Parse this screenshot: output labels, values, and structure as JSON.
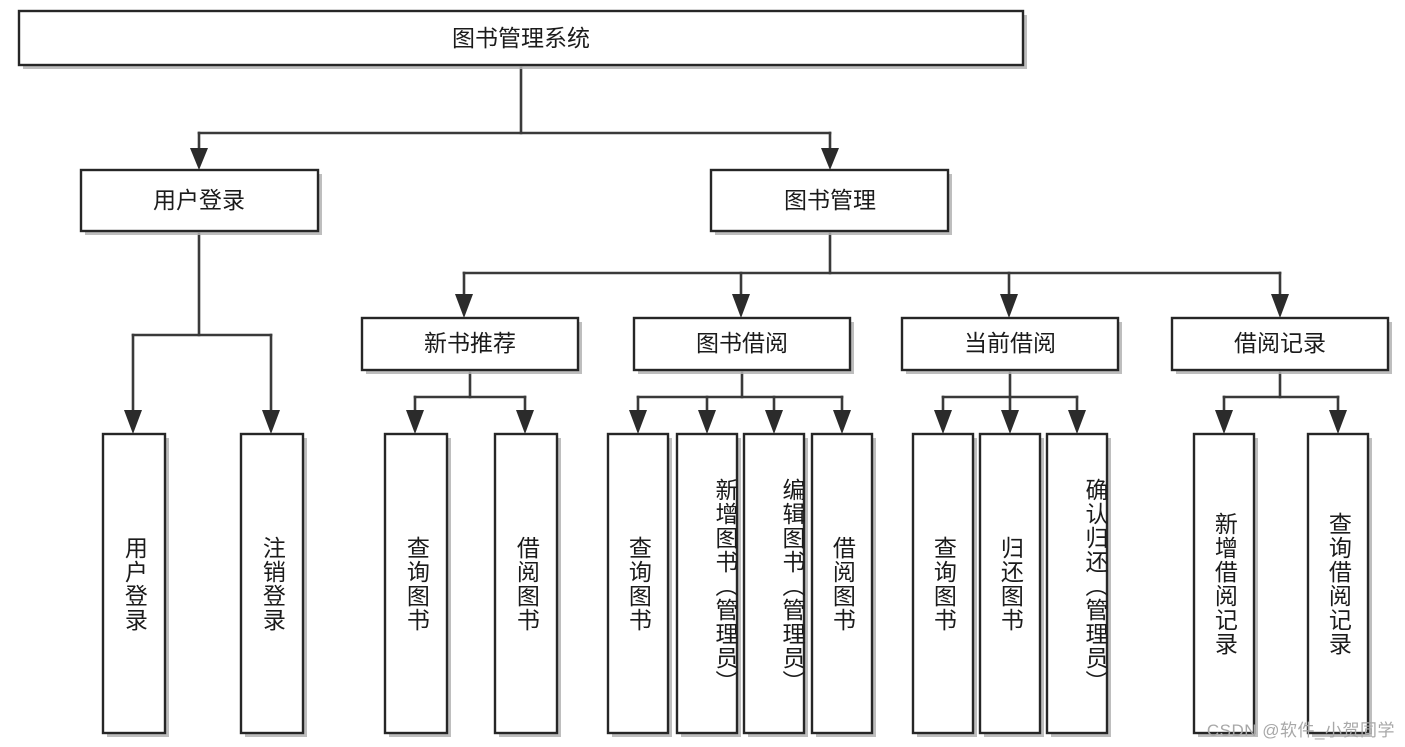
{
  "diagram": {
    "type": "tree",
    "title": "图书管理系统",
    "watermark": "CSDN @软件_小贺同学",
    "colors": {
      "box_stroke": "#262626",
      "box_fill": "#ffffff",
      "connector": "#3a3a3a",
      "text": "#1b1b1b",
      "watermark": "#a8a8a8",
      "background": "#ffffff"
    },
    "root": {
      "label": "图书管理系统"
    },
    "level2": [
      {
        "label": "用户登录"
      },
      {
        "label": "图书管理"
      }
    ],
    "level3": [
      {
        "label": "新书推荐"
      },
      {
        "label": "图书借阅"
      },
      {
        "label": "当前借阅"
      },
      {
        "label": "借阅记录"
      }
    ],
    "leaves": {
      "user_login": [
        {
          "label": "用户登录"
        },
        {
          "label": "注销登录"
        }
      ],
      "new_book": [
        {
          "label": "查询图书"
        },
        {
          "label": "借阅图书"
        }
      ],
      "book_borrow": [
        {
          "label": "查询图书"
        },
        {
          "label": "新增图书（管理员）"
        },
        {
          "label": "编辑图书（管理员）"
        },
        {
          "label": "借阅图书"
        }
      ],
      "current_borrow": [
        {
          "label": "查询图书"
        },
        {
          "label": "归还图书"
        },
        {
          "label": "确认归还（管理员）"
        }
      ],
      "borrow_record": [
        {
          "label": "新增借阅记录"
        },
        {
          "label": "查询借阅记录"
        }
      ]
    }
  }
}
